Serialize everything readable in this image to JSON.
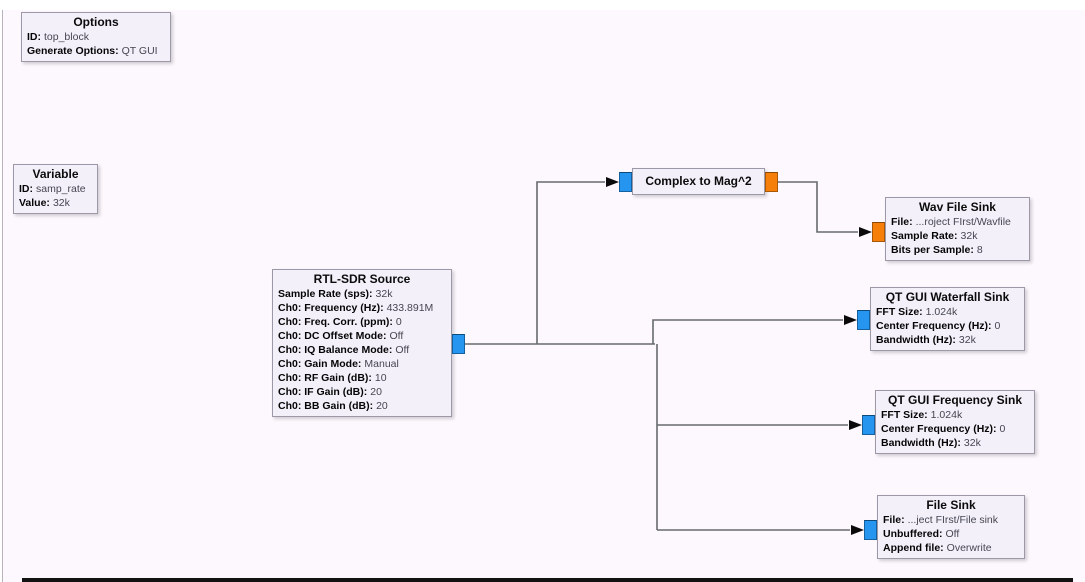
{
  "app": {
    "name": "GNU Radio Companion flowgraph canvas"
  },
  "colors": {
    "canvas_bg": "#fdf8fd",
    "block_bg": "#f3f0fa",
    "block_border": "#9d98a8",
    "port_complex_stream": "#2595f0",
    "port_float_stream": "#f57f08",
    "wire": "#666a6e"
  },
  "blocks": {
    "options": {
      "title": "Options",
      "params": [
        {
          "label": "ID:",
          "value": "top_block"
        },
        {
          "label": "Generate Options:",
          "value": "QT GUI"
        }
      ]
    },
    "variable": {
      "title": "Variable",
      "params": [
        {
          "label": "ID:",
          "value": "samp_rate"
        },
        {
          "label": "Value:",
          "value": "32k"
        }
      ]
    },
    "rtl_sdr": {
      "title": "RTL-SDR Source",
      "params": [
        {
          "label": "Sample Rate (sps):",
          "value": "32k"
        },
        {
          "label": "Ch0: Frequency (Hz):",
          "value": "433.891M"
        },
        {
          "label": "Ch0: Freq. Corr. (ppm):",
          "value": "0"
        },
        {
          "label": "Ch0: DC Offset Mode:",
          "value": "Off"
        },
        {
          "label": "Ch0: IQ Balance Mode:",
          "value": "Off"
        },
        {
          "label": "Ch0: Gain Mode:",
          "value": "Manual"
        },
        {
          "label": "Ch0: RF Gain (dB):",
          "value": "10"
        },
        {
          "label": "Ch0: IF Gain (dB):",
          "value": "20"
        },
        {
          "label": "Ch0: BB Gain (dB):",
          "value": "20"
        }
      ]
    },
    "complex_to_mag2": {
      "title": "Complex to Mag^2"
    },
    "wav_file_sink": {
      "title": "Wav File Sink",
      "params": [
        {
          "label": "File:",
          "value": "...roject FIrst/Wavfile"
        },
        {
          "label": "Sample Rate:",
          "value": "32k"
        },
        {
          "label": "Bits per Sample:",
          "value": "8"
        }
      ]
    },
    "waterfall_sink": {
      "title": "QT GUI Waterfall Sink",
      "params": [
        {
          "label": "FFT Size:",
          "value": "1.024k"
        },
        {
          "label": "Center Frequency (Hz):",
          "value": "0"
        },
        {
          "label": "Bandwidth (Hz):",
          "value": "32k"
        }
      ]
    },
    "frequency_sink": {
      "title": "QT GUI Frequency Sink",
      "params": [
        {
          "label": "FFT Size:",
          "value": "1.024k"
        },
        {
          "label": "Center Frequency (Hz):",
          "value": "0"
        },
        {
          "label": "Bandwidth (Hz):",
          "value": "32k"
        }
      ]
    },
    "file_sink": {
      "title": "File Sink",
      "params": [
        {
          "label": "File:",
          "value": "...ject FIrst/File sink"
        },
        {
          "label": "Unbuffered:",
          "value": "Off"
        },
        {
          "label": "Append file:",
          "value": "Overwrite"
        }
      ]
    }
  }
}
